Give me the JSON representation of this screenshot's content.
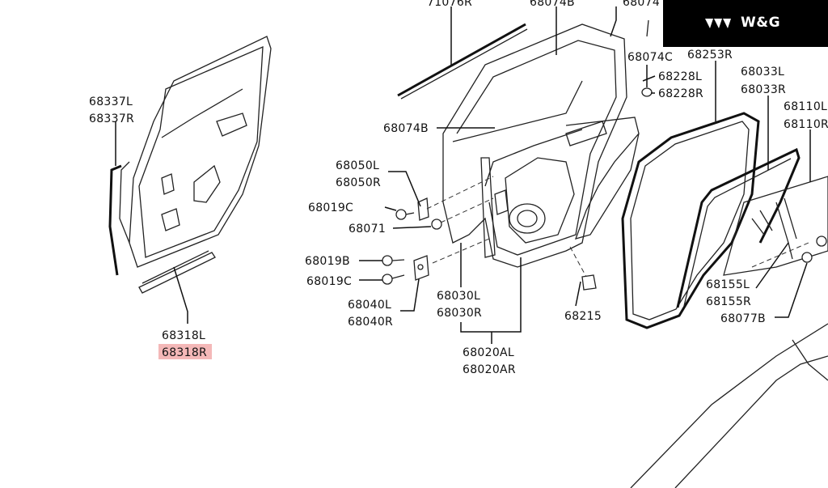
{
  "logo": {
    "text": "W&G",
    "icon": "triple-chevron-logo"
  },
  "highlight_color": "#f4b8b8",
  "labels": {
    "p71076R": "71076R",
    "p68074B_top": "68074B",
    "p68074_top": "68074",
    "p68074C": "68074C",
    "p68253R": "68253R",
    "p68228L": "68228L",
    "p68228R": "68228R",
    "p68033L": "68033L",
    "p68033R": "68033R",
    "p68110L": "68110L",
    "p68110R": "68110R",
    "p68337L": "68337L",
    "p68337R": "68337R",
    "p68074B": "68074B",
    "p68050L": "68050L",
    "p68050R": "68050R",
    "p68019C_a": "68019C",
    "p68071": "68071",
    "p68019B": "68019B",
    "p68019C_b": "68019C",
    "p68040L": "68040L",
    "p68040R": "68040R",
    "p68030L": "68030L",
    "p68030R": "68030R",
    "p68020AL": "68020AL",
    "p68020AR": "68020AR",
    "p68215": "68215",
    "p68155L": "68155L",
    "p68155R": "68155R",
    "p68077B": "68077B",
    "p68318L": "68318L",
    "p68318R": "68318R"
  }
}
